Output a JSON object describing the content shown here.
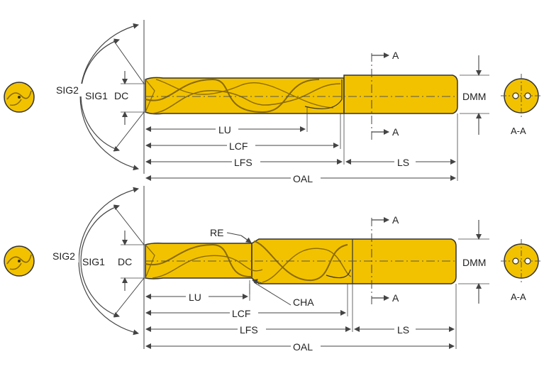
{
  "colors": {
    "tool_fill": "#f2c200",
    "tool_dark": "#b88d00",
    "outline": "#333333",
    "dim_line": "#444444"
  },
  "top_drill": {
    "labels": {
      "sig2": "SIG2",
      "sig1": "SIG1",
      "dc": "DC",
      "lu": "LU",
      "lcf": "LCF",
      "lfs": "LFS",
      "ls": "LS",
      "oal": "OAL",
      "dmm": "DMM",
      "section_mark_top": "A",
      "section_mark_bottom": "A",
      "section_label": "A-A"
    }
  },
  "bottom_drill": {
    "labels": {
      "sig2": "SIG2",
      "sig1": "SIG1",
      "dc": "DC",
      "re": "RE",
      "cha": "CHA",
      "lu": "LU",
      "lcf": "LCF",
      "lfs": "LFS",
      "ls": "LS",
      "oal": "OAL",
      "dmm": "DMM",
      "section_mark_top": "A",
      "section_mark_bottom": "A",
      "section_label": "A-A"
    }
  }
}
